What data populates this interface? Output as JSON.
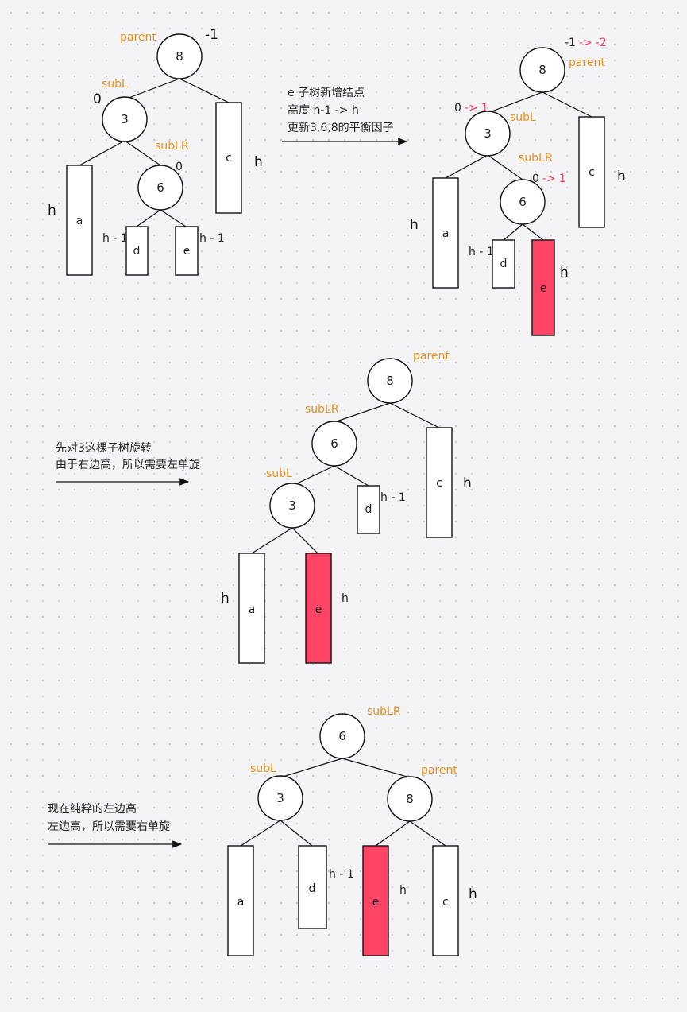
{
  "colors": {
    "role_label": "#e8901c",
    "highlight_fill": "#ff4466",
    "change_text": "#ff3a5e"
  },
  "nodes": {
    "d1_root": "8",
    "d1_left": "3",
    "d1_lr": "6",
    "d2_root": "8",
    "d2_left": "3",
    "d2_lr": "6",
    "d3_root": "8",
    "d3_lr": "6",
    "d3_left": "3",
    "d4_root": "6",
    "d4_left": "3",
    "d4_right": "8"
  },
  "subtrees": {
    "a": "a",
    "c": "c",
    "d": "d",
    "e": "e"
  },
  "roles": {
    "parent": "parent",
    "subL": "subL",
    "subLR": "subLR"
  },
  "heights": {
    "h": "h",
    "h_minus_1": "h - 1"
  },
  "balance": {
    "d1_root": "-1",
    "d1_left": "0",
    "d1_lr": "0",
    "d2_root_old": "-1",
    "d2_root_new": "-2",
    "d2_left_old": "0",
    "d2_left_new": "1",
    "d2_lr_old": "0",
    "d2_lr_new": "1",
    "arrow": "->"
  },
  "notes": {
    "step1": [
      "e 子树新增结点",
      "高度 h-1 -> h",
      "更新3,6,8的平衡因子"
    ],
    "step2": [
      "先对3这棵子树旋转",
      "由于右边高，所以需要左单旋"
    ],
    "step3": [
      "现在纯粹的左边高",
      "左边高，所以需要右单旋"
    ]
  }
}
